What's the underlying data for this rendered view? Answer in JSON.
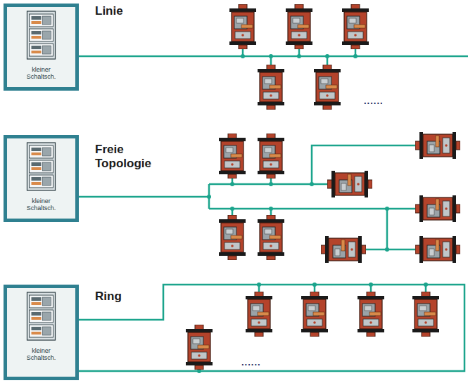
{
  "diagram": {
    "nodes": [
      {
        "text": [
          "kleiner Schaltsch."
        ]
      },
      {
        "text": [
          "kleiner Schaltsch."
        ]
      },
      {
        "text": [
          "kleiner Schaltsch."
        ]
      }
    ],
    "labels": [
      "Linie",
      "Freie Topologie",
      "Ring",
      "......",
      "......"
    ]
  }
}
